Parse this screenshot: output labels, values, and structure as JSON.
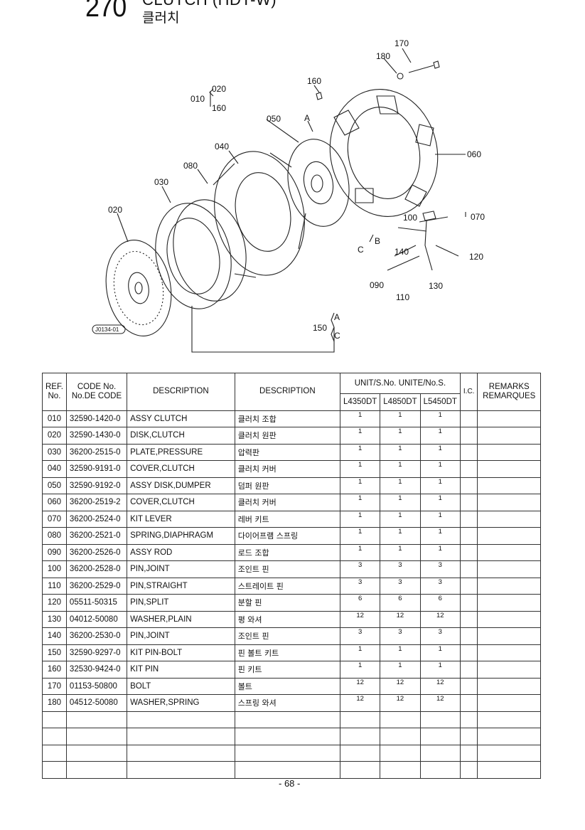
{
  "header": {
    "page_number": "270",
    "title_en": "CLUTCH (HDT-W)",
    "title_ko": "클러치"
  },
  "diagram": {
    "labels": [
      "170",
      "180",
      "160",
      "010",
      "020",
      "160",
      "050",
      "A",
      "040",
      "080",
      "030",
      "020",
      "060",
      "100",
      "070",
      "B",
      "C",
      "140",
      "120",
      "090",
      "130",
      "110",
      "150",
      "A",
      "C"
    ],
    "image_code": "J0134-01"
  },
  "table": {
    "headers": {
      "ref": "REF. No.",
      "code": "CODE No. No.DE CODE",
      "description_en": "DESCRIPTION",
      "description_ko": "DESCRIPTION",
      "unit": "UNIT/S.No. UNITE/No.S.",
      "ic": "I.C.",
      "remarks": "REMARKS REMARQUES",
      "models": [
        "L4350DT",
        "L4850DT",
        "L5450DT"
      ]
    },
    "rows": [
      {
        "ref": "010",
        "code": "32590-1420-0",
        "desc": "ASSY CLUTCH",
        "ko": "클러치 조합",
        "q": [
          "1",
          "1",
          "1"
        ]
      },
      {
        "ref": "020",
        "code": "32590-1430-0",
        "desc": "DISK,CLUTCH",
        "ko": "클러치 원판",
        "q": [
          "1",
          "1",
          "1"
        ]
      },
      {
        "ref": "030",
        "code": "36200-2515-0",
        "desc": "PLATE,PRESSURE",
        "ko": "압력판",
        "q": [
          "1",
          "1",
          "1"
        ]
      },
      {
        "ref": "040",
        "code": "32590-9191-0",
        "desc": "COVER,CLUTCH",
        "ko": "클러치 커버",
        "q": [
          "1",
          "1",
          "1"
        ]
      },
      {
        "ref": "050",
        "code": "32590-9192-0",
        "desc": "ASSY DISK,DUMPER",
        "ko": "덤퍼 원판",
        "q": [
          "1",
          "1",
          "1"
        ]
      },
      {
        "ref": "060",
        "code": "36200-2519-2",
        "desc": "COVER,CLUTCH",
        "ko": "클러치 커버",
        "q": [
          "1",
          "1",
          "1"
        ]
      },
      {
        "ref": "070",
        "code": "36200-2524-0",
        "desc": "KIT LEVER",
        "ko": "레버 키트",
        "q": [
          "1",
          "1",
          "1"
        ]
      },
      {
        "ref": "080",
        "code": "36200-2521-0",
        "desc": "SPRING,DIAPHRAGM",
        "ko": "다이어프램 스프링",
        "q": [
          "1",
          "1",
          "1"
        ]
      },
      {
        "ref": "090",
        "code": "36200-2526-0",
        "desc": "ASSY ROD",
        "ko": "로드 조합",
        "q": [
          "1",
          "1",
          "1"
        ]
      },
      {
        "ref": "100",
        "code": "36200-2528-0",
        "desc": "PIN,JOINT",
        "ko": "조인트 핀",
        "q": [
          "3",
          "3",
          "3"
        ]
      },
      {
        "ref": "110",
        "code": "36200-2529-0",
        "desc": "PIN,STRAIGHT",
        "ko": "스트레이트 핀",
        "q": [
          "3",
          "3",
          "3"
        ]
      },
      {
        "ref": "120",
        "code": "05511-50315",
        "desc": "PIN,SPLIT",
        "ko": "분할 핀",
        "q": [
          "6",
          "6",
          "6"
        ]
      },
      {
        "ref": "130",
        "code": "04012-50080",
        "desc": "WASHER,PLAIN",
        "ko": "평 와셔",
        "q": [
          "12",
          "12",
          "12"
        ]
      },
      {
        "ref": "140",
        "code": "36200-2530-0",
        "desc": "PIN,JOINT",
        "ko": "조인트 핀",
        "q": [
          "3",
          "3",
          "3"
        ]
      },
      {
        "ref": "150",
        "code": "32590-9297-0",
        "desc": "KIT PIN-BOLT",
        "ko": "핀 볼트 키트",
        "q": [
          "1",
          "1",
          "1"
        ]
      },
      {
        "ref": "160",
        "code": "32530-9424-0",
        "desc": "KIT PIN",
        "ko": "핀 키트",
        "q": [
          "1",
          "1",
          "1"
        ]
      },
      {
        "ref": "170",
        "code": "01153-50800",
        "desc": "BOLT",
        "ko": "볼트",
        "q": [
          "12",
          "12",
          "12"
        ]
      },
      {
        "ref": "180",
        "code": "04512-50080",
        "desc": "WASHER,SPRING",
        "ko": "스프링 와셔",
        "q": [
          "12",
          "12",
          "12"
        ]
      }
    ],
    "empty_rows": 4
  },
  "footer": {
    "page": "- 68 -"
  }
}
